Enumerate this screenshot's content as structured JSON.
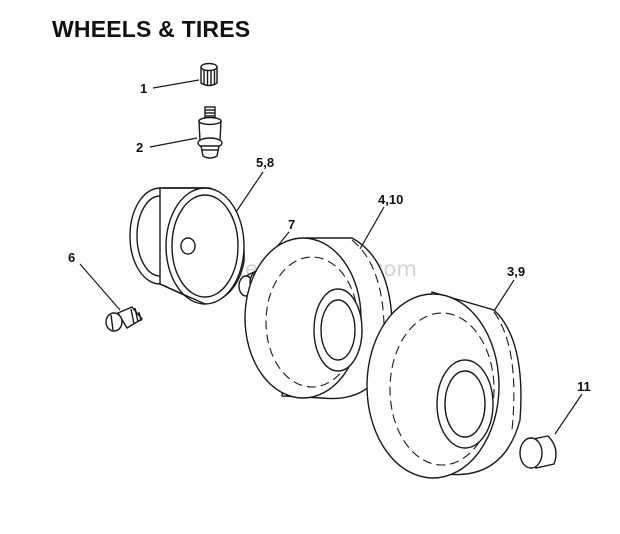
{
  "title": "WHEELS & TIRES",
  "watermark": "eReplacementParts.com",
  "callouts": {
    "valve_cap": "1",
    "valve_stem": "2",
    "rim": "5,8",
    "bolt": "6",
    "bushing": "7",
    "front_tire": "4,10",
    "rear_tire": "3,9",
    "hub_cap": "11"
  }
}
